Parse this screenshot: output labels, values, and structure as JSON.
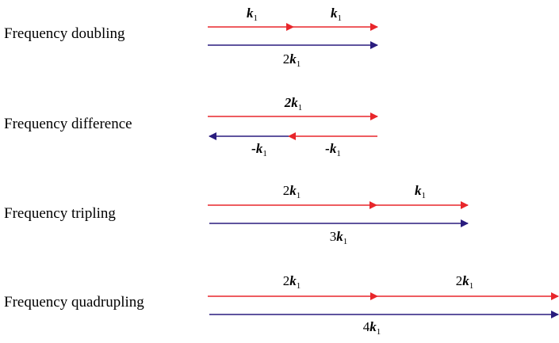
{
  "colors": {
    "red": "#e8262b",
    "blue": "#2a1c7e",
    "text": "#000000"
  },
  "rows": [
    {
      "label": "Frequency doubling",
      "vectors": [
        {
          "color": "red",
          "direction": "right",
          "label": {
            "coef": "",
            "k": "k",
            "sub": "1",
            "italic_coef": false
          }
        },
        {
          "color": "red",
          "direction": "right",
          "label": {
            "coef": "",
            "k": "k",
            "sub": "1",
            "italic_coef": false
          }
        },
        {
          "color": "blue",
          "direction": "right",
          "label": {
            "coef": "2",
            "k": "k",
            "sub": "1",
            "italic_coef": false
          }
        }
      ]
    },
    {
      "label": "Frequency difference",
      "vectors": [
        {
          "color": "red",
          "direction": "right",
          "label": {
            "coef": "2",
            "k": "k",
            "sub": "1",
            "italic_coef": true
          }
        },
        {
          "color": "red",
          "direction": "left",
          "label": {
            "coef": "-",
            "k": "k",
            "sub": "1",
            "italic_coef": true
          }
        },
        {
          "color": "blue",
          "direction": "left",
          "label": {
            "coef": "-",
            "k": "k",
            "sub": "1",
            "italic_coef": true
          }
        }
      ]
    },
    {
      "label": "Frequency tripling",
      "vectors": [
        {
          "color": "red",
          "direction": "right",
          "label": {
            "coef": "2",
            "k": "k",
            "sub": "1",
            "italic_coef": false
          }
        },
        {
          "color": "red",
          "direction": "right",
          "label": {
            "coef": "",
            "k": "k",
            "sub": "1",
            "italic_coef": false
          }
        },
        {
          "color": "blue",
          "direction": "right",
          "label": {
            "coef": "3",
            "k": "k",
            "sub": "1",
            "italic_coef": false
          }
        }
      ]
    },
    {
      "label": "Frequency quadrupling",
      "vectors": [
        {
          "color": "red",
          "direction": "right",
          "label": {
            "coef": "2",
            "k": "k",
            "sub": "1",
            "italic_coef": false
          }
        },
        {
          "color": "red",
          "direction": "right",
          "label": {
            "coef": "2",
            "k": "k",
            "sub": "1",
            "italic_coef": false
          }
        },
        {
          "color": "blue",
          "direction": "right",
          "label": {
            "coef": "4",
            "k": "k",
            "sub": "1",
            "italic_coef": false
          }
        }
      ]
    }
  ]
}
